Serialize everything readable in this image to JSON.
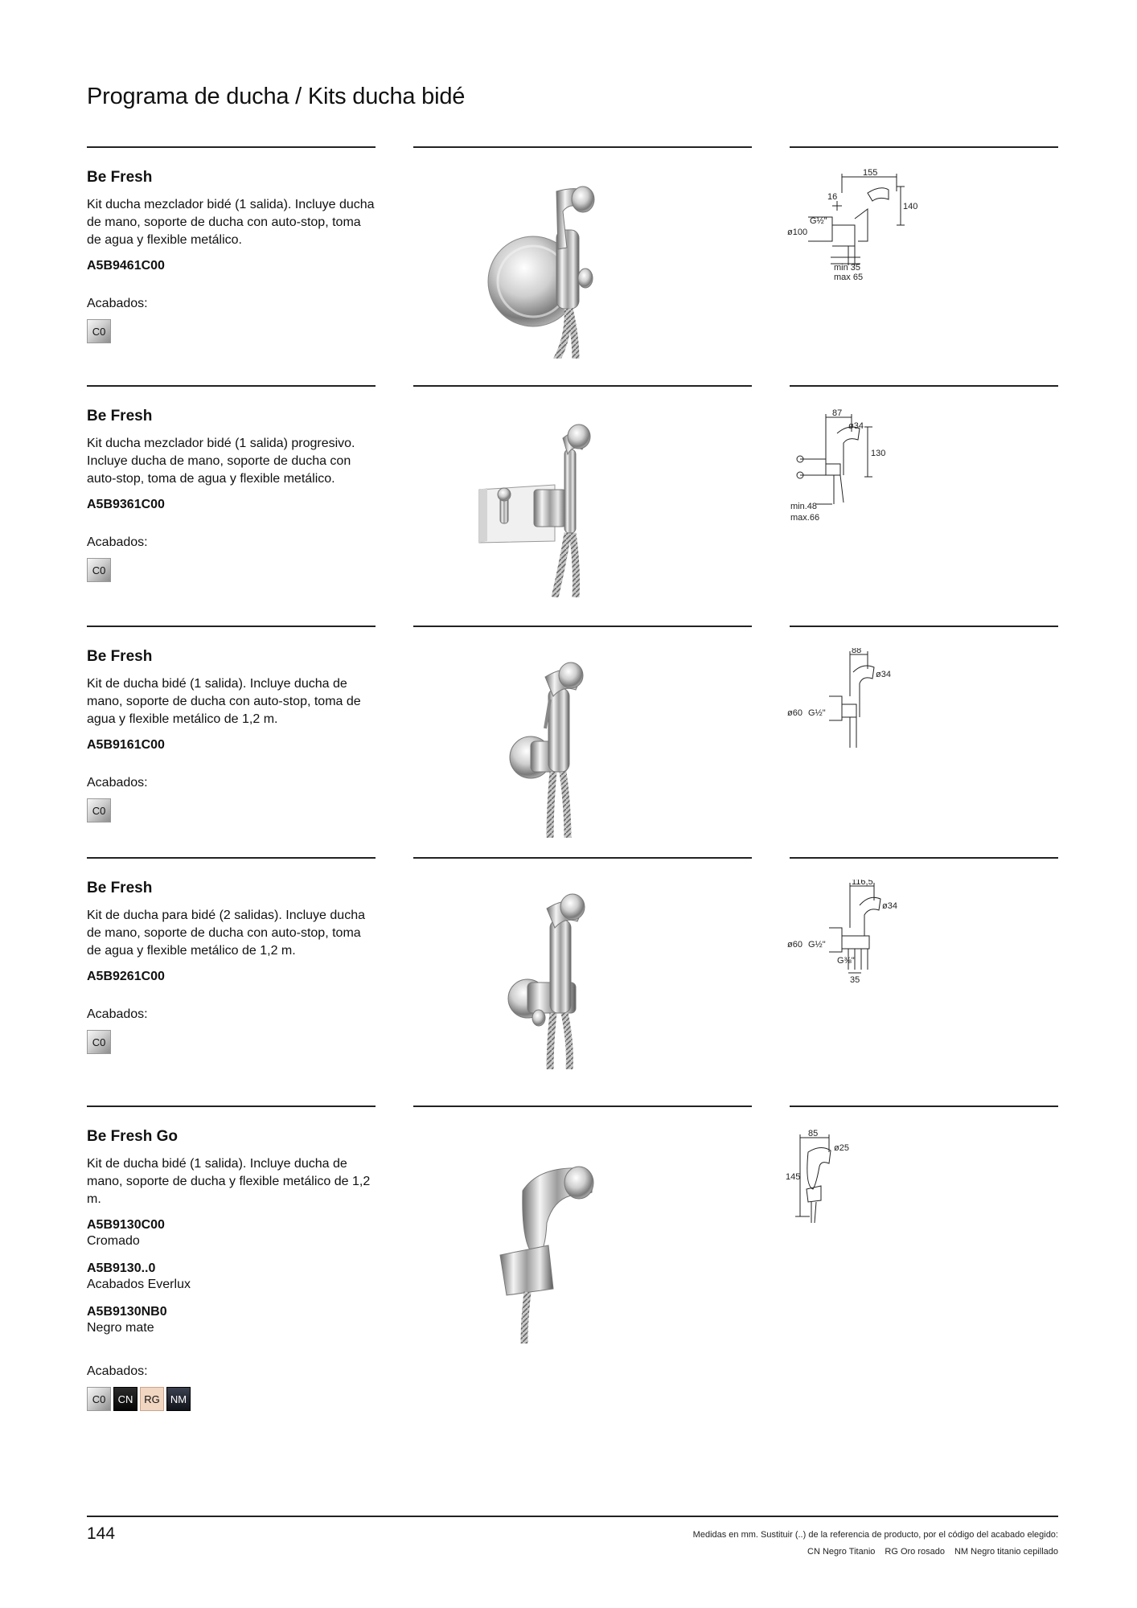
{
  "page_title": "Programa de ducha / Kits ducha bidé",
  "products": [
    {
      "name": "Be Fresh",
      "description": "Kit ducha mezclador bidé (1 salida). Incluye ducha de mano, soporte de ducha con auto-stop, toma de agua y flexible metálico.",
      "refs": [
        {
          "code": "A5B9461C00",
          "note": ""
        }
      ],
      "finishes_label": "Acabados:",
      "finishes": [
        "C0"
      ],
      "dims": {
        "a": "155",
        "b": "16",
        "c": "140",
        "d": "G½\"",
        "e": "ø100",
        "f": "min 35",
        "g": "max 65"
      }
    },
    {
      "name": "Be Fresh",
      "description": "Kit ducha mezclador bidé (1 salida) progresivo. Incluye ducha de mano, soporte de ducha con auto-stop, toma de agua y flexible metálico.",
      "refs": [
        {
          "code": "A5B9361C00",
          "note": ""
        }
      ],
      "finishes_label": "Acabados:",
      "finishes": [
        "C0"
      ],
      "dims": {
        "a": "87",
        "b": "ø34",
        "c": "130",
        "d": "min.48",
        "e": "max.66"
      }
    },
    {
      "name": "Be Fresh",
      "description": "Kit de ducha bidé (1 salida). Incluye ducha de mano, soporte de ducha con auto-stop, toma de agua y flexible metálico de 1,2 m.",
      "refs": [
        {
          "code": "A5B9161C00",
          "note": ""
        }
      ],
      "finishes_label": "Acabados:",
      "finishes": [
        "C0"
      ],
      "dims": {
        "a": "88",
        "b": "ø34",
        "c": "ø60",
        "d": "G½\""
      }
    },
    {
      "name": "Be Fresh",
      "description": "Kit de ducha para bidé (2 salidas). Incluye ducha de mano, soporte de ducha con auto-stop, toma de agua y flexible metálico de 1,2 m.",
      "refs": [
        {
          "code": "A5B9261C00",
          "note": ""
        }
      ],
      "finishes_label": "Acabados:",
      "finishes": [
        "C0"
      ],
      "dims": {
        "a": "116,5",
        "b": "ø34",
        "c": "ø60",
        "d": "G½\"",
        "e": "G⅜\"",
        "f": "35"
      }
    },
    {
      "name": "Be Fresh Go",
      "description": "Kit de ducha bidé (1 salida). Incluye ducha de mano, soporte de ducha y flexible metálico de 1,2 m.",
      "refs": [
        {
          "code": "A5B9130C00",
          "note": "Cromado"
        },
        {
          "code": "A5B9130..0",
          "note": "Acabados Everlux"
        },
        {
          "code": "A5B9130NB0",
          "note": "Negro mate"
        }
      ],
      "finishes_label": "Acabados:",
      "finishes": [
        "C0",
        "CN",
        "RG",
        "NM"
      ],
      "dims": {
        "a": "85",
        "b": "ø25",
        "c": "145"
      }
    }
  ],
  "footer": {
    "page_number": "144",
    "note": "Medidas en mm. Sustituir (..) de la referencia de producto, por el código del acabado elegido:",
    "legend": [
      "CN Negro Titanio",
      "RG Oro rosado",
      "NM Negro titanio cepillado"
    ]
  }
}
